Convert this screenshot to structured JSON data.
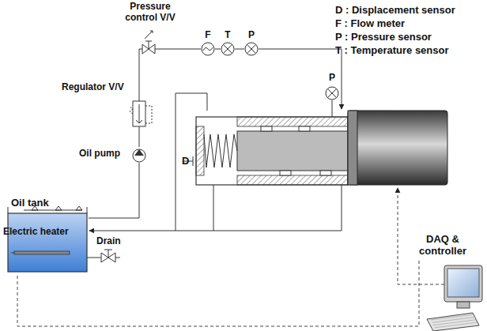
{
  "diagram": {
    "nodes": [
      {
        "text": [
          "Oil tank",
          "Electric heater"
        ]
      },
      {
        "text": [
          "Oil pump"
        ]
      },
      {
        "text": [
          "Regulator V/V"
        ]
      },
      {
        "text": [
          "Pressure control V/V"
        ]
      },
      {
        "text": [
          "F"
        ]
      },
      {
        "text": [
          "T"
        ]
      },
      {
        "text": [
          "P"
        ]
      },
      {
        "text": [
          "P"
        ]
      },
      {
        "text": [
          "DAQ & controller"
        ]
      }
    ],
    "edges": [
      {
        "from": 0,
        "to": 1,
        "arrow": "none"
      },
      {
        "from": 1,
        "to": 2,
        "arrow": "none"
      },
      {
        "from": 2,
        "to": 3,
        "arrow": "none"
      },
      {
        "from": 3,
        "to": 4,
        "arrow": "none"
      },
      {
        "from": 4,
        "to": 5,
        "arrow": "none"
      },
      {
        "from": 5,
        "to": 6,
        "arrow": "none"
      },
      {
        "from": 8,
        "to": 0,
        "arrow": "none"
      }
    ],
    "labels": [
      "D : Displacement sensor",
      "F : Flow meter",
      "P : Pressure sensor",
      "T : Temperature sensor",
      "Drain",
      "D"
    ]
  }
}
